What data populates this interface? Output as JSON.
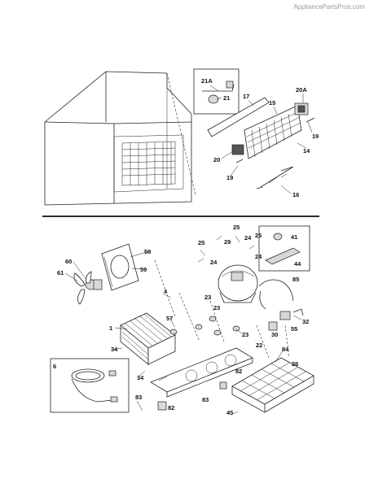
{
  "watermark": "AppliancePartsPros.com",
  "callouts": [
    {
      "label": "21A"
    },
    {
      "label": "21"
    },
    {
      "label": "17"
    },
    {
      "label": "15"
    },
    {
      "label": "20A"
    },
    {
      "label": "19"
    },
    {
      "label": "14"
    },
    {
      "label": "20"
    },
    {
      "label": "19"
    },
    {
      "label": "16"
    },
    {
      "label": "25"
    },
    {
      "label": "25"
    },
    {
      "label": "29"
    },
    {
      "label": "24"
    },
    {
      "label": "25"
    },
    {
      "label": "41"
    },
    {
      "label": "58"
    },
    {
      "label": "59"
    },
    {
      "label": "60"
    },
    {
      "label": "61"
    },
    {
      "label": "24"
    },
    {
      "label": "24"
    },
    {
      "label": "44"
    },
    {
      "label": "85"
    },
    {
      "label": "4"
    },
    {
      "label": "23"
    },
    {
      "label": "57"
    },
    {
      "label": "23"
    },
    {
      "label": "1"
    },
    {
      "label": "23"
    },
    {
      "label": "32"
    },
    {
      "label": "55"
    },
    {
      "label": "30"
    },
    {
      "label": "34"
    },
    {
      "label": "22"
    },
    {
      "label": "34"
    },
    {
      "label": "84"
    },
    {
      "label": "26"
    },
    {
      "label": "6"
    },
    {
      "label": "82"
    },
    {
      "label": "83"
    },
    {
      "label": "83"
    },
    {
      "label": "82"
    },
    {
      "label": "45"
    }
  ]
}
